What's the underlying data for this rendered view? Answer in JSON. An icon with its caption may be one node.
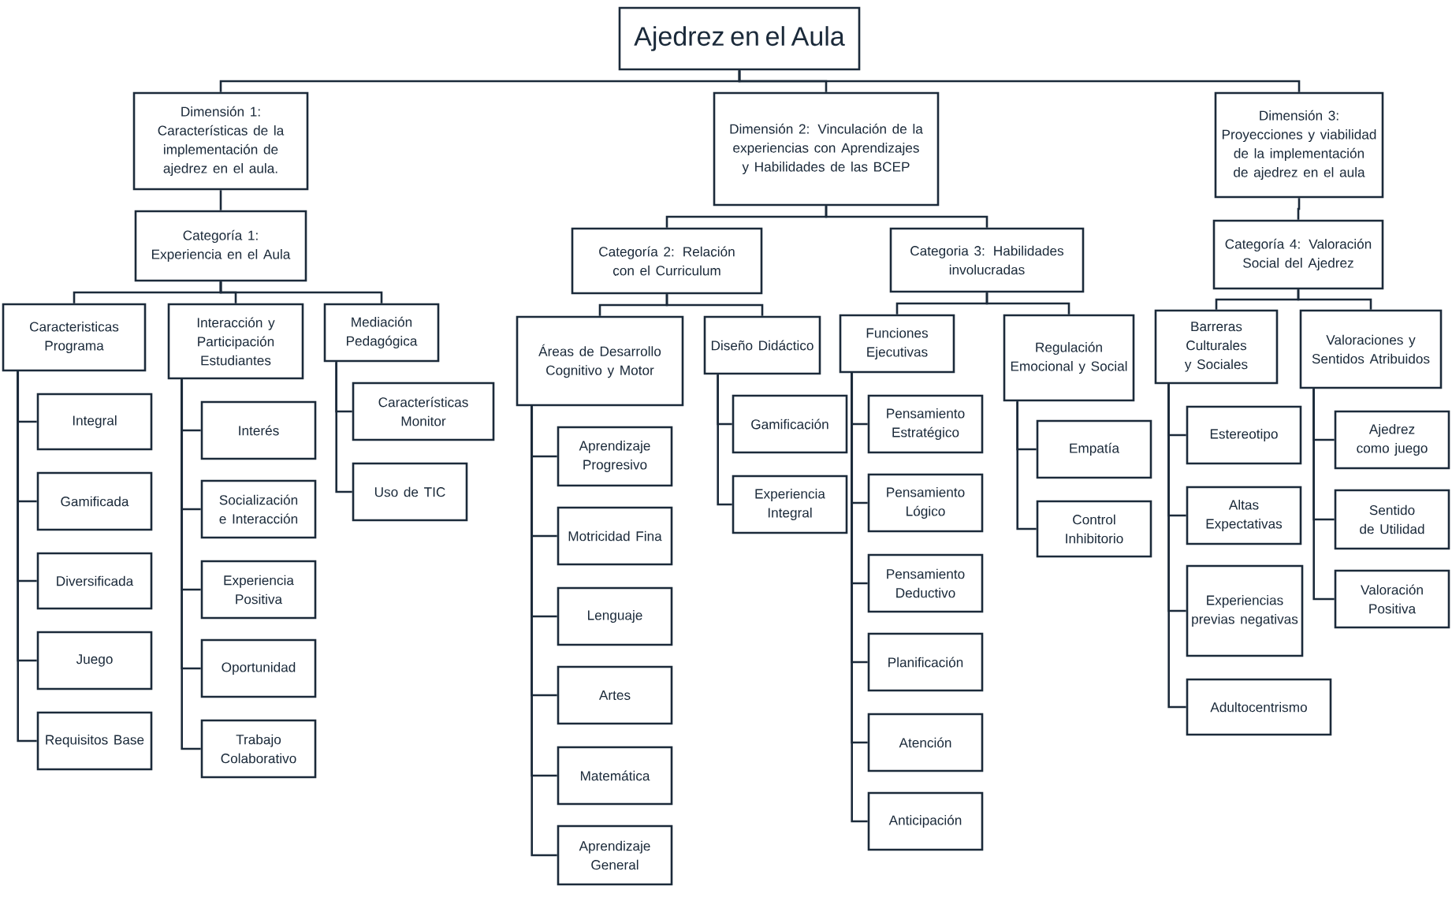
{
  "diagram": {
    "nodes": [
      {
        "text": [
          "Ajedrez en el Aula"
        ]
      },
      {
        "text": [
          "Dimensión 1: Características de la implementación de ajedrez en el aula."
        ]
      },
      {
        "text": [
          "Dimensión 2: Vinculación de la experiencias con Aprendizajes y Habilidades de las BCEP"
        ]
      },
      {
        "text": [
          "Dimensión 3: Proyecciones y viabilidad de la implementación de ajedrez en el aula"
        ]
      },
      {
        "text": [
          "Categoría 1: Experiencia en el Aula"
        ]
      },
      {
        "text": [
          "Categoría 2: Relación con el Curriculum"
        ]
      },
      {
        "text": [
          "Categoria 3: Habilidades involucradas"
        ]
      },
      {
        "text": [
          "Categoría 4: Valoración Social del Ajedrez"
        ]
      },
      {
        "text": [
          "Caracteristicas Programa"
        ]
      },
      {
        "text": [
          "Interacción y Participación Estudiantes"
        ]
      },
      {
        "text": [
          "Mediación Pedagógica"
        ]
      },
      {
        "text": [
          "Áreas de Desarrollo Cognitivo y Motor"
        ]
      },
      {
        "text": [
          "Diseño Didáctico"
        ]
      },
      {
        "text": [
          "Funciones Ejecutivas"
        ]
      },
      {
        "text": [
          "Regulación Emocional y Social"
        ]
      },
      {
        "text": [
          "Barreras Culturales y Sociales"
        ]
      },
      {
        "text": [
          "Valoraciones y Sentidos Atribuidos"
        ]
      },
      {
        "text": [
          "Integral"
        ]
      },
      {
        "text": [
          "Gamificada"
        ]
      },
      {
        "text": [
          "Diversificada"
        ]
      },
      {
        "text": [
          "Juego"
        ]
      },
      {
        "text": [
          "Requisitos Base"
        ]
      },
      {
        "text": [
          "Interés"
        ]
      },
      {
        "text": [
          "Socialización e Interacción"
        ]
      },
      {
        "text": [
          "Experiencia Positiva"
        ]
      },
      {
        "text": [
          "Oportunidad"
        ]
      },
      {
        "text": [
          "Trabajo Colaborativo"
        ]
      },
      {
        "text": [
          "Características Monitor"
        ]
      },
      {
        "text": [
          "Uso de TIC"
        ]
      },
      {
        "text": [
          "Aprendizaje Progresivo"
        ]
      },
      {
        "text": [
          "Motricidad Fina"
        ]
      },
      {
        "text": [
          "Lenguaje"
        ]
      },
      {
        "text": [
          "Artes"
        ]
      },
      {
        "text": [
          "Matemática"
        ]
      },
      {
        "text": [
          "Aprendizaje General"
        ]
      },
      {
        "text": [
          "Gamificación"
        ]
      },
      {
        "text": [
          "Experiencia Integral"
        ]
      },
      {
        "text": [
          "Pensamiento Estratégico"
        ]
      },
      {
        "text": [
          "Pensamiento Lógico"
        ]
      },
      {
        "text": [
          "Pensamiento Deductivo"
        ]
      },
      {
        "text": [
          "Planificación"
        ]
      },
      {
        "text": [
          "Atención"
        ]
      },
      {
        "text": [
          "Anticipación"
        ]
      },
      {
        "text": [
          "Empatía"
        ]
      },
      {
        "text": [
          "Control Inhibitorio"
        ]
      },
      {
        "text": [
          "Estereotipo"
        ]
      },
      {
        "text": [
          "Altas Expectativas"
        ]
      },
      {
        "text": [
          "Experiencias previas negativas"
        ]
      },
      {
        "text": [
          "Adultocentrismo"
        ]
      },
      {
        "text": [
          "Ajedrez como juego"
        ]
      },
      {
        "text": [
          "Sentido de Utilidad"
        ]
      },
      {
        "text": [
          "Valoración Positiva"
        ]
      }
    ],
    "edges": [
      {
        "from": 0,
        "to": 1,
        "arrow": "none"
      },
      {
        "from": 0,
        "to": 2,
        "arrow": "none"
      },
      {
        "from": 0,
        "to": 3,
        "arrow": "none"
      },
      {
        "from": 1,
        "to": 4,
        "arrow": "none"
      },
      {
        "from": 2,
        "to": 5,
        "arrow": "none"
      },
      {
        "from": 2,
        "to": 6,
        "arrow": "none"
      },
      {
        "from": 3,
        "to": 7,
        "arrow": "none"
      },
      {
        "from": 4,
        "to": 8,
        "arrow": "none"
      },
      {
        "from": 4,
        "to": 9,
        "arrow": "none"
      },
      {
        "from": 4,
        "to": 10,
        "arrow": "none"
      },
      {
        "from": 5,
        "to": 11,
        "arrow": "none"
      },
      {
        "from": 5,
        "to": 12,
        "arrow": "none"
      },
      {
        "from": 6,
        "to": 13,
        "arrow": "none"
      },
      {
        "from": 6,
        "to": 14,
        "arrow": "none"
      },
      {
        "from": 7,
        "to": 15,
        "arrow": "none"
      },
      {
        "from": 7,
        "to": 16,
        "arrow": "none"
      },
      {
        "from": 8,
        "to": 17,
        "arrow": "none"
      },
      {
        "from": 8,
        "to": 18,
        "arrow": "none"
      },
      {
        "from": 8,
        "to": 19,
        "arrow": "none"
      },
      {
        "from": 8,
        "to": 20,
        "arrow": "none"
      },
      {
        "from": 8,
        "to": 21,
        "arrow": "none"
      },
      {
        "from": 9,
        "to": 22,
        "arrow": "none"
      },
      {
        "from": 9,
        "to": 23,
        "arrow": "none"
      },
      {
        "from": 9,
        "to": 24,
        "arrow": "none"
      },
      {
        "from": 9,
        "to": 25,
        "arrow": "none"
      },
      {
        "from": 9,
        "to": 26,
        "arrow": "none"
      },
      {
        "from": 10,
        "to": 27,
        "arrow": "none"
      },
      {
        "from": 10,
        "to": 28,
        "arrow": "none"
      },
      {
        "from": 11,
        "to": 29,
        "arrow": "none"
      },
      {
        "from": 11,
        "to": 30,
        "arrow": "none"
      },
      {
        "from": 11,
        "to": 31,
        "arrow": "none"
      },
      {
        "from": 11,
        "to": 32,
        "arrow": "none"
      },
      {
        "from": 11,
        "to": 33,
        "arrow": "none"
      },
      {
        "from": 11,
        "to": 34,
        "arrow": "none"
      },
      {
        "from": 12,
        "to": 35,
        "arrow": "none"
      },
      {
        "from": 12,
        "to": 36,
        "arrow": "none"
      },
      {
        "from": 13,
        "to": 37,
        "arrow": "none"
      },
      {
        "from": 13,
        "to": 38,
        "arrow": "none"
      },
      {
        "from": 13,
        "to": 39,
        "arrow": "none"
      },
      {
        "from": 13,
        "to": 40,
        "arrow": "none"
      },
      {
        "from": 13,
        "to": 41,
        "arrow": "none"
      },
      {
        "from": 13,
        "to": 42,
        "arrow": "none"
      },
      {
        "from": 14,
        "to": 43,
        "arrow": "none"
      },
      {
        "from": 14,
        "to": 44,
        "arrow": "none"
      },
      {
        "from": 15,
        "to": 45,
        "arrow": "none"
      },
      {
        "from": 15,
        "to": 46,
        "arrow": "none"
      },
      {
        "from": 15,
        "to": 47,
        "arrow": "none"
      },
      {
        "from": 15,
        "to": 48,
        "arrow": "none"
      },
      {
        "from": 16,
        "to": 49,
        "arrow": "none"
      },
      {
        "from": 16,
        "to": 50,
        "arrow": "none"
      },
      {
        "from": 16,
        "to": 51,
        "arrow": "none"
      }
    ]
  }
}
